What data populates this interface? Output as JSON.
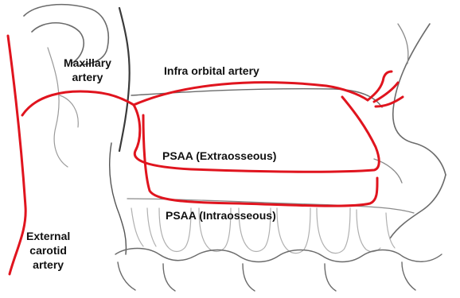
{
  "diagram": {
    "labels": {
      "maxillary_artery": [
        "Maxillary",
        "artery"
      ],
      "infra_orbital_artery": "Infra orbital artery",
      "psaa_extraosseous": "PSAA (Extraosseous)",
      "psaa_intraosseous": "PSAA (Intraosseous)",
      "external_carotid_artery": [
        "External",
        "carotid",
        "artery"
      ]
    },
    "colors": {
      "artery": "#e0141e",
      "bone_outline": "#6b6b6b",
      "bone_light": "#a8a8a8",
      "background": "#ffffff"
    }
  }
}
